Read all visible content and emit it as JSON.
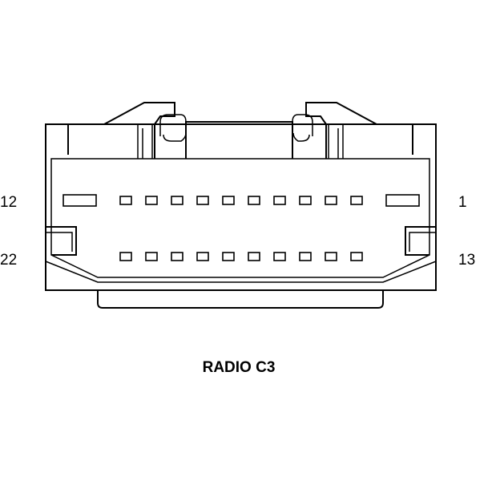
{
  "connector": {
    "title": "RADIO C3",
    "pin_labels": {
      "top_left": "12",
      "top_right": "1",
      "bottom_left": "22",
      "bottom_right": "13"
    },
    "rows": [
      {
        "name": "top-row",
        "first_pin": 1,
        "last_pin": 12,
        "cavity_count": 12
      },
      {
        "name": "bottom-row",
        "first_pin": 13,
        "last_pin": 22,
        "cavity_count": 10
      }
    ]
  },
  "colors": {
    "line": "#000000",
    "background": "#ffffff"
  }
}
